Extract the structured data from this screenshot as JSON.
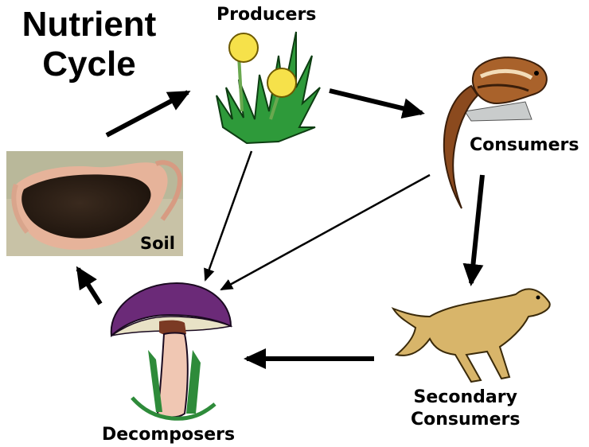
{
  "title_line1": "Nutrient",
  "title_line2": "Cycle",
  "nodes": {
    "producers": "Producers",
    "consumers": "Consumers",
    "secondary_line1": "Secondary",
    "secondary_line2": "Consumers",
    "decomposers": "Decomposers",
    "soil": "Soil"
  },
  "icons": {
    "producers": "dandelion-plant-icon",
    "consumers": "chipmunk-icon",
    "secondary": "wolf-icon",
    "decomposers": "mushroom-icon",
    "soil": "soil-in-hands-photo"
  },
  "colors": {
    "arrow": "#000000",
    "background": "#ffffff"
  }
}
